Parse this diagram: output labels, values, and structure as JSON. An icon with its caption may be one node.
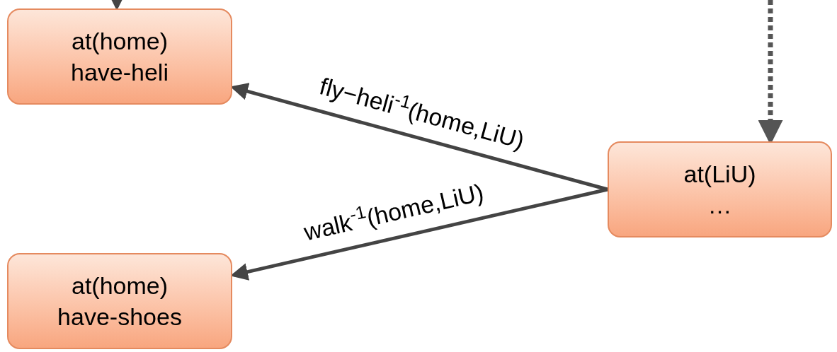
{
  "diagram": {
    "nodes": [
      {
        "text": [
          "at(home)",
          "have-heli"
        ]
      },
      {
        "text": [
          "at(LiU)",
          "…"
        ]
      },
      {
        "text": [
          "at(home)",
          "have-shoes"
        ]
      }
    ],
    "edges": [
      {
        "from": 1,
        "to": 0,
        "arrow": "to",
        "label": "fly−heli$^{-1}$(home,LiU)"
      },
      {
        "from": 1,
        "to": 2,
        "arrow": "to",
        "label": "walk$^{-1}$(home,LiU)"
      },
      {
        "from": null,
        "to": 0,
        "arrow": "to"
      },
      {
        "from": null,
        "to": 1,
        "arrow": "to",
        "style": "dashed"
      }
    ]
  }
}
